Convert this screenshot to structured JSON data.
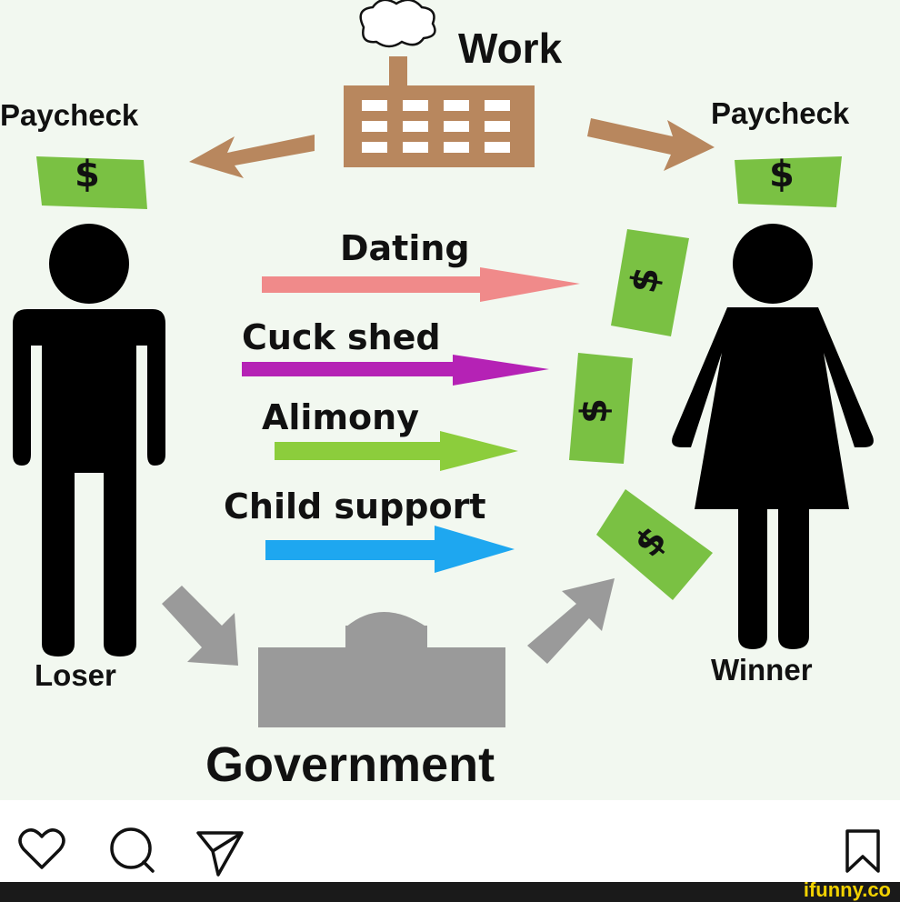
{
  "diagram": {
    "work_label": "Work",
    "paycheck_left": "Paycheck",
    "paycheck_right": "Paycheck",
    "loser_label": "Loser",
    "winner_label": "Winner",
    "government_label": "Government",
    "dollar_sign": "$",
    "flows": [
      {
        "label": "Dating",
        "color": "#f08a8a"
      },
      {
        "label": "Cuck shed",
        "color": "#b522b5"
      },
      {
        "label": "Alimony",
        "color": "#8ccd3c"
      },
      {
        "label": "Child support",
        "color": "#1ea7f0"
      }
    ],
    "colors": {
      "factory": "#b8875e",
      "money": "#7ac143",
      "government": "#9a9a9a",
      "figure": "#000000"
    }
  },
  "post_actions": {
    "icons": [
      "heart-icon",
      "comment-icon",
      "share-icon",
      "bookmark-icon"
    ]
  },
  "watermark": "ifunny.co"
}
